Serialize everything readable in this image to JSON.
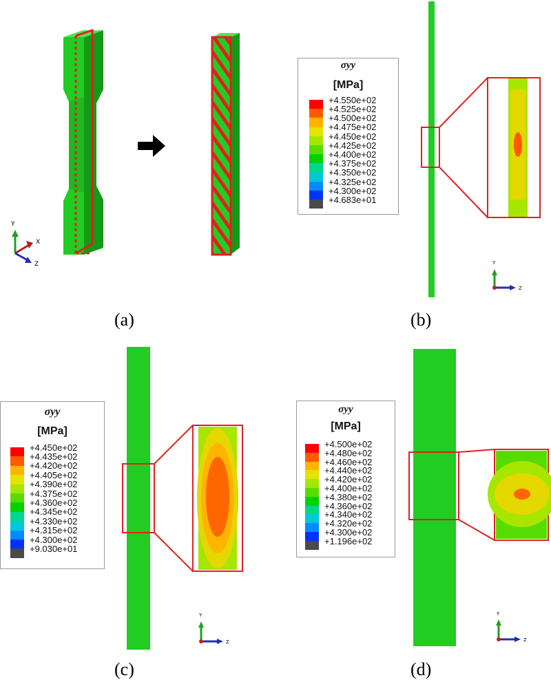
{
  "panels": {
    "a": {
      "caption": "(a)",
      "triad": {
        "y": "Y",
        "x": "X",
        "z": "Z"
      }
    },
    "b": {
      "caption": "(b)",
      "legend": {
        "symbol": "σyy",
        "unit": "[MPa]",
        "labels": [
          "+4.550e+02",
          "+4.525e+02",
          "+4.500e+02",
          "+4.475e+02",
          "+4.450e+02",
          "+4.425e+02",
          "+4.400e+02",
          "+4.375e+02",
          "+4.350e+02",
          "+4.325e+02",
          "+4.300e+02",
          "+4.683e+01"
        ]
      },
      "triad": {
        "y": "Y",
        "z": "Z"
      }
    },
    "c": {
      "caption": "(c)",
      "legend": {
        "symbol": "σyy",
        "unit": "[MPa]",
        "labels": [
          "+4.450e+02",
          "+4.435e+02",
          "+4.420e+02",
          "+4.405e+02",
          "+4.390e+02",
          "+4.375e+02",
          "+4.360e+02",
          "+4.345e+02",
          "+4.330e+02",
          "+4.315e+02",
          "+4.300e+02",
          "+9.030e+01"
        ]
      },
      "triad": {
        "y": "Y",
        "z": "Z"
      }
    },
    "d": {
      "caption": "(d)",
      "legend": {
        "symbol": "σyy",
        "unit": "[MPa]",
        "labels": [
          "+4.500e+02",
          "+4.480e+02",
          "+4.460e+02",
          "+4.440e+02",
          "+4.420e+02",
          "+4.400e+02",
          "+4.380e+02",
          "+4.360e+02",
          "+4.340e+02",
          "+4.320e+02",
          "+4.300e+02",
          "+1.196e+02"
        ]
      },
      "triad": {
        "y": "Y",
        "z": "Z"
      }
    }
  },
  "colors": {
    "contour": [
      "#ff0000",
      "#ff5a00",
      "#ffb400",
      "#e4e400",
      "#a6e600",
      "#57dc00",
      "#00d200",
      "#00d78c",
      "#00c8d8",
      "#008cff",
      "#0032ff",
      "#4a4a4a"
    ],
    "specimen_green": "#22cc22",
    "specimen_dark": "#159a15",
    "highlight_red": "#e02020",
    "arrow": "#000000"
  }
}
